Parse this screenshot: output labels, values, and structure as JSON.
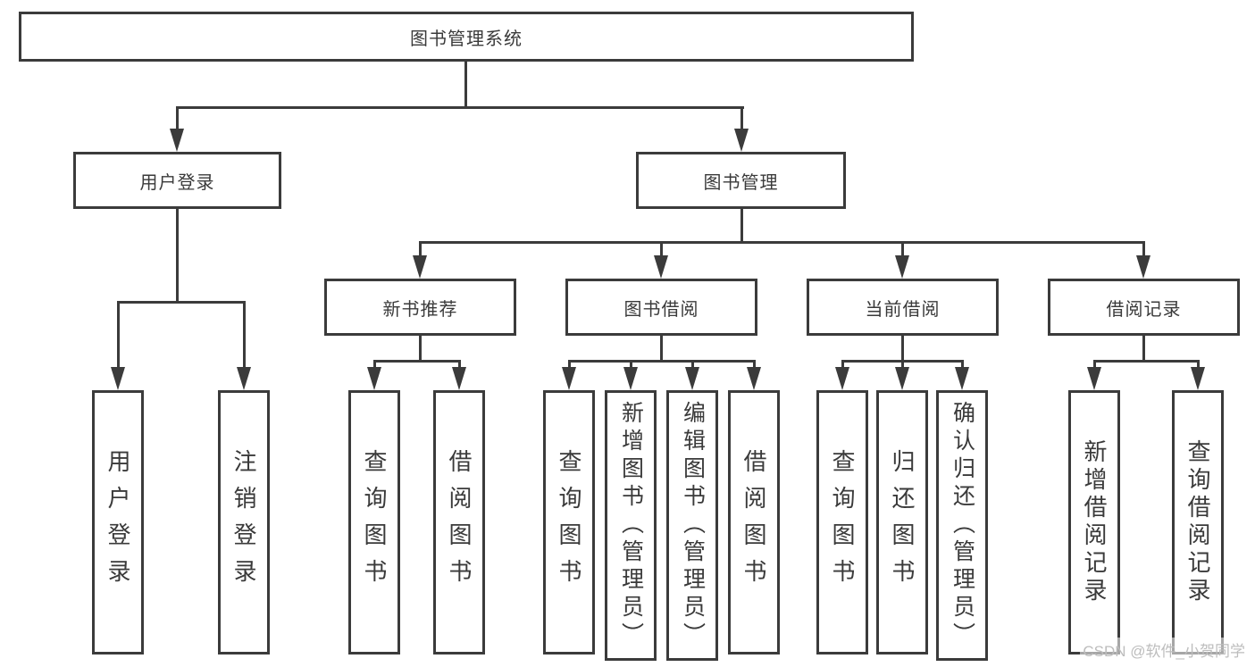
{
  "colors": {
    "line": "#3b3b3b",
    "text": "#3a3a3a",
    "background": "#ffffff",
    "watermark": "#bdbdbd"
  },
  "root": {
    "label": "图书管理系统"
  },
  "branches": [
    {
      "label": "用户登录",
      "children": [
        {
          "label": "用户登录"
        },
        {
          "label": "注销登录"
        }
      ]
    },
    {
      "label": "图书管理",
      "children": [
        {
          "label": "新书推荐",
          "children": [
            {
              "label": "查询图书"
            },
            {
              "label": "借阅图书"
            }
          ]
        },
        {
          "label": "图书借阅",
          "children": [
            {
              "label": "查询图书"
            },
            {
              "label": "新增图书（管理员）"
            },
            {
              "label": "编辑图书（管理员）"
            },
            {
              "label": "借阅图书"
            }
          ]
        },
        {
          "label": "当前借阅",
          "children": [
            {
              "label": "查询图书"
            },
            {
              "label": "归还图书"
            },
            {
              "label": "确认归还（管理员）"
            }
          ]
        },
        {
          "label": "借阅记录",
          "children": [
            {
              "label": "新增借阅记录"
            },
            {
              "label": "查询借阅记录"
            }
          ]
        }
      ]
    }
  ],
  "watermark": "CSDN @软件_小贺同学"
}
